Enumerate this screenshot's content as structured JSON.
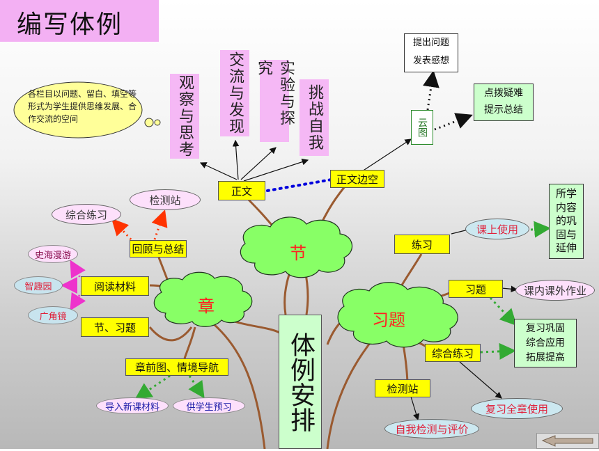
{
  "title": "编写体例",
  "center": "体例安排",
  "clouds": {
    "jie": "节",
    "zhang": "章",
    "xiti": "习题"
  },
  "think_note": "各栏目以问题、留白、填空等形式为学生提供思维发展、合作交流的空间",
  "columns": [
    "观察与思考",
    "交流与发现",
    "实验与探究",
    "挑战自我"
  ],
  "main_text": "正文",
  "side_text": "正文边空",
  "yun": "云图",
  "ask_box": [
    "提出问题",
    "发表感想"
  ],
  "tips_box": [
    "点拨疑难",
    "提示总结"
  ],
  "review": "回顾与总结",
  "jiancezhan_top": "检测站",
  "zonghe_left": "综合练习",
  "reading": "阅读材料",
  "reading_items": [
    "史海漫游",
    "智趣园",
    "广角镜"
  ],
  "jie_xiti": "节、习题",
  "chapter_nav": "章前图、情境导航",
  "nav_items": [
    "导入新课材料",
    "供学生预习"
  ],
  "lianxi": "练习",
  "class_use": "课上使用",
  "consolidate": [
    "所学",
    "内容",
    "的巩",
    "固与",
    "延伸"
  ],
  "xiti_box": "习题",
  "homework": "课内课外作业",
  "review_box": [
    "复习巩固",
    "综合应用",
    "拓展提高"
  ],
  "zonghe_right": "综合练习",
  "review_all": "复习全章使用",
  "jiancezhan_bottom": "检测站",
  "self_test": "自我检测与评价",
  "colors": {
    "title_bg": "#f3b0f3",
    "label_yellow": "#ffff00",
    "cloud_green": "#88ff66",
    "cloud_label": "#ff2020"
  }
}
